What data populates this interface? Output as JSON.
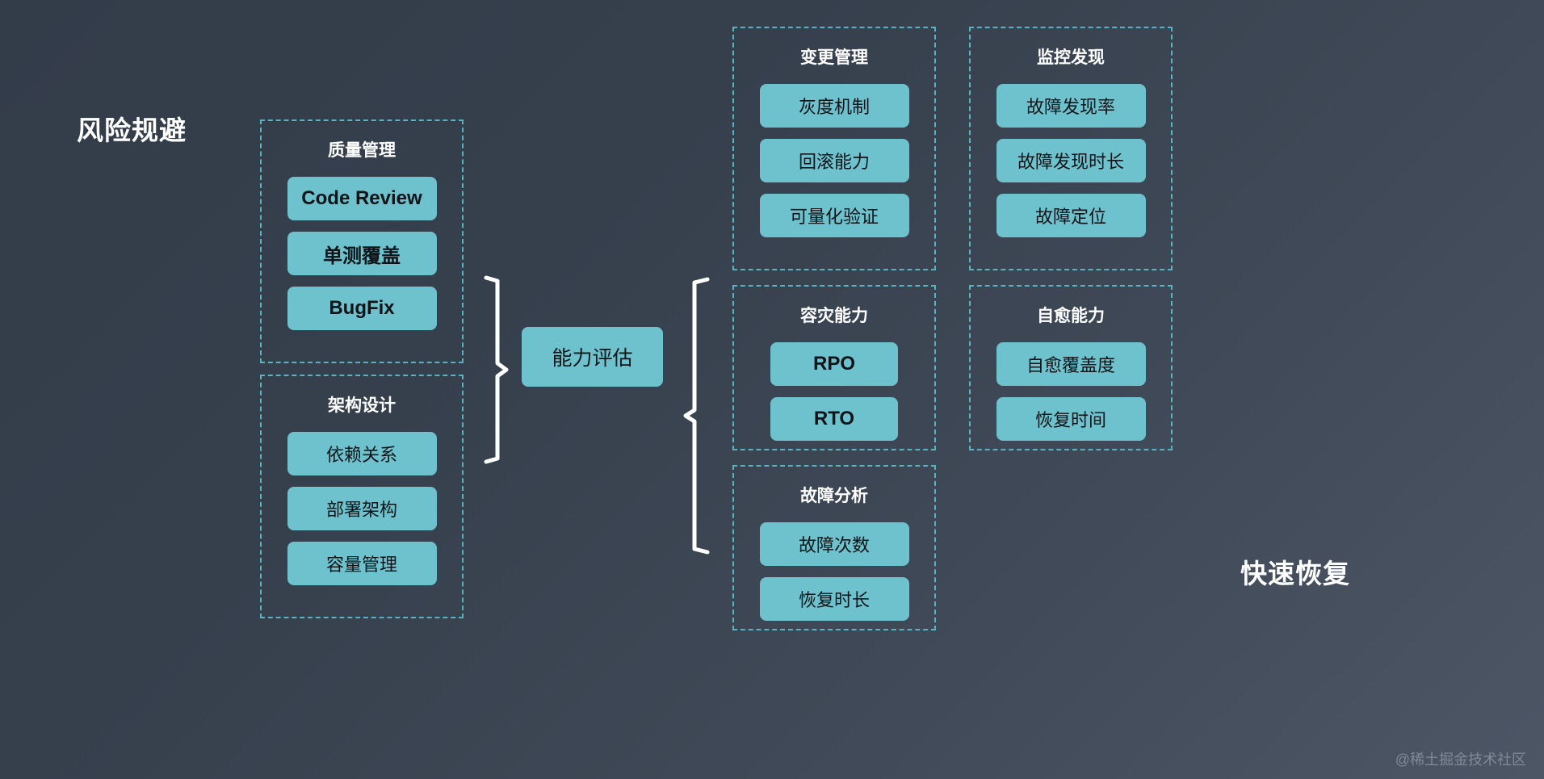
{
  "theme": {
    "background_top": "#333c49",
    "background_bottom": "#4c5665",
    "node_fill": "#6dc2cd",
    "group_border": "#58b4c0",
    "label_color": "#ffffff",
    "bracket_color": "#ffffff"
  },
  "labels": {
    "risk_avoidance": "风险规避",
    "fast_recovery": "快速恢复"
  },
  "center": {
    "label": "能力评估"
  },
  "groups": {
    "quality": {
      "title": "质量管理",
      "items": [
        "Code Review",
        "单测覆盖",
        "BugFix"
      ]
    },
    "architecture": {
      "title": "架构设计",
      "items": [
        "依赖关系",
        "部署架构",
        "容量管理"
      ]
    },
    "change": {
      "title": "变更管理",
      "items": [
        "灰度机制",
        "回滚能力",
        "可量化验证"
      ]
    },
    "monitor": {
      "title": "监控发现",
      "items": [
        "故障发现率",
        "故障发现时长",
        "故障定位"
      ]
    },
    "disaster": {
      "title": "容灾能力",
      "items": [
        "RPO",
        "RTO"
      ]
    },
    "selfheal": {
      "title": "自愈能力",
      "items": [
        "自愈覆盖度",
        "恢复时间"
      ]
    },
    "faultanalysis": {
      "title": "故障分析",
      "items": [
        "故障次数",
        "恢复时长"
      ]
    }
  },
  "watermark": {
    "text": "@稀土掘金技术社区"
  }
}
